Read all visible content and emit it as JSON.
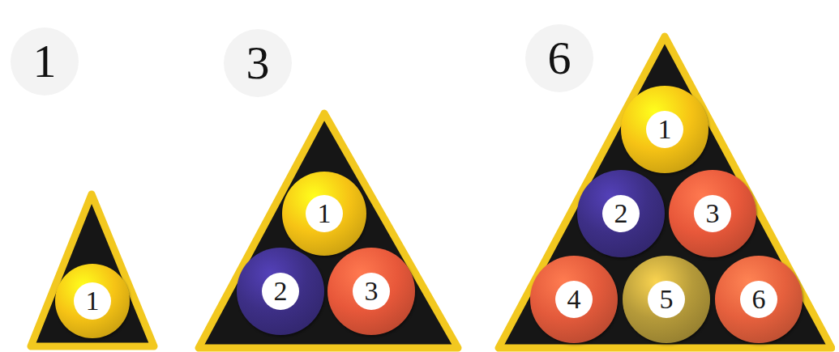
{
  "diagram": {
    "nodes": [
      {
        "text": [
          "1"
        ]
      },
      {
        "text": [
          "1"
        ],
        "in": 0
      },
      {
        "text": [
          "3"
        ]
      },
      {
        "text": [
          "1"
        ],
        "in": 2
      },
      {
        "text": [
          "2"
        ],
        "in": 2
      },
      {
        "text": [
          "3"
        ],
        "in": 2
      },
      {
        "text": [
          "6"
        ]
      },
      {
        "text": [
          "1"
        ],
        "in": 6
      },
      {
        "text": [
          "2"
        ],
        "in": 6
      },
      {
        "text": [
          "3"
        ],
        "in": 6
      },
      {
        "text": [
          "4"
        ],
        "in": 6
      },
      {
        "text": [
          "5"
        ],
        "in": 6
      },
      {
        "text": [
          "6"
        ],
        "in": 6
      }
    ]
  }
}
